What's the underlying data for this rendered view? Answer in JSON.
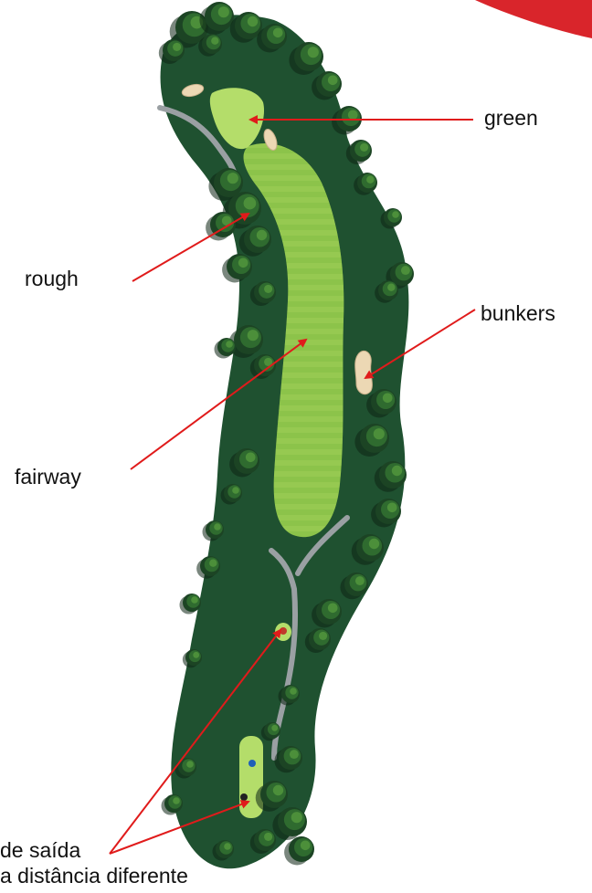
{
  "colors": {
    "rough": "#1f5130",
    "rough_dark": "#153a22",
    "fairway": "#8cc34a",
    "fairway_stripe": "#a8d45e",
    "green": "#b4dd6a",
    "bunker": "#ecd8b4",
    "path": "#9aa0a3",
    "tree_dark": "#1c4424",
    "tree_mid": "#2f6b2f",
    "tree_light": "#4c8f3a",
    "arrow": "#e01b1b",
    "corner_accent": "#d9252b",
    "tee_red": "#c0392b",
    "tee_blue": "#1f5fb8",
    "tee_black": "#222222"
  },
  "labels": {
    "green": "green",
    "rough": "rough",
    "bunkers": "bunkers",
    "fairway": "fairway",
    "tee_line1": "de saída",
    "tee_line2": "a distância diferente"
  }
}
